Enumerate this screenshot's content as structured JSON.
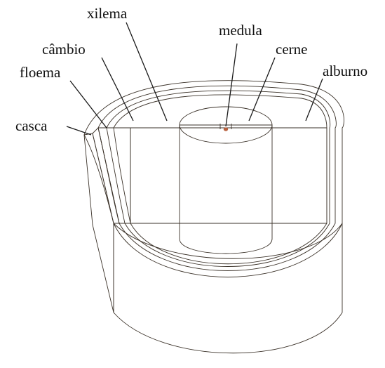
{
  "diagram": {
    "labels": {
      "xilema": "xilema",
      "medula": "medula",
      "cambio": "câmbio",
      "cerne": "cerne",
      "floema": "floema",
      "alburno": "alburno",
      "casca": "casca"
    },
    "colors": {
      "bark_outer": "#a08c6e",
      "bark_top": "#8a7358",
      "phloem": "#f4ecb4",
      "cambium": "#e3c98a",
      "sapwood": "#dcbc78",
      "sapwood_face": "#d8b671",
      "heartwood": "#d9875e",
      "heartwood_top": "#d28053",
      "pith": "#b8603e"
    }
  }
}
